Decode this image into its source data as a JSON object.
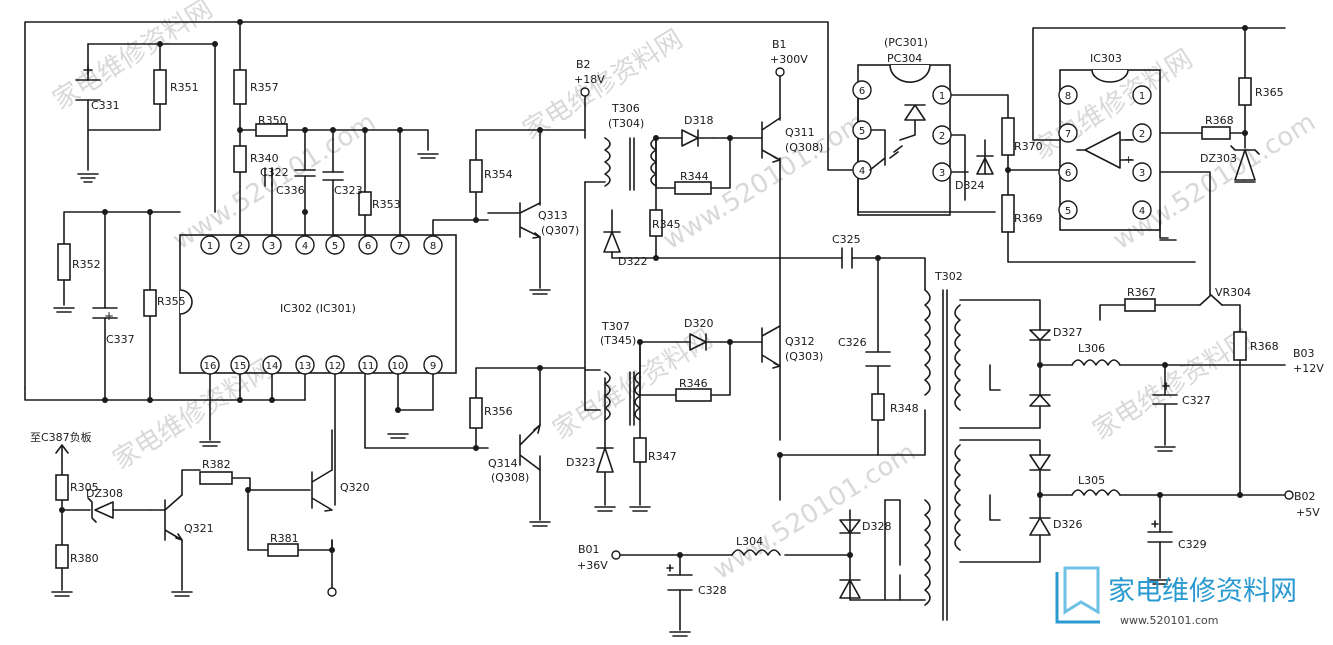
{
  "components": {
    "C331": "C331",
    "R351": "R351",
    "R357": "R357",
    "R350": "R350",
    "R340": "R340",
    "C322": "C322",
    "C336": "C336",
    "C323": "C323",
    "R353": "R353",
    "R352": "R352",
    "C337": "C337",
    "R355": "R355",
    "IC302": "IC302 (IC301)",
    "R354": "R354",
    "Q313": "Q313",
    "Q307": "(Q307)",
    "R356": "R356",
    "Q314": "Q314",
    "Q308b": "(Q308)",
    "T306": "T306",
    "T304": "(T304)",
    "D318": "D318",
    "R344": "R344",
    "R345": "R345",
    "D322": "D322",
    "Q311": "Q311",
    "Q308a": "(Q308)",
    "T307": "T307",
    "T345": "(T345)",
    "D320": "D320",
    "R346": "R346",
    "D323": "D323",
    "R347": "R347",
    "Q312": "Q312",
    "Q303": "(Q303)",
    "C325": "C325",
    "C326": "C326",
    "R348": "R348",
    "T302": "T302",
    "PC301": "(PC301)",
    "PC304": "PC304",
    "D324": "D324",
    "R370": "R370",
    "R369": "R369",
    "IC303": "IC303",
    "R365": "R365",
    "R368a": "R368",
    "DZ303": "DZ303",
    "R367": "R367",
    "VR304": "VR304",
    "R368b": "R368",
    "D327": "D327",
    "L306": "L306",
    "C327": "C327",
    "D326": "D326",
    "L305": "L305",
    "C329": "C329",
    "D328": "D328",
    "L304": "L304",
    "C328": "C328",
    "R305": "R305",
    "DZ308": "DZ308",
    "R380": "R380",
    "Q321": "Q321",
    "R382": "R382",
    "R381": "R381",
    "Q320": "Q320"
  },
  "nets": {
    "b2": "B2",
    "b2v": "+18V",
    "b1": "B1",
    "b1v": "+300V",
    "b01": "B01",
    "b01v": "+36V",
    "b03": "B03",
    "b03v": "+12V",
    "b02": "B02",
    "b02v": "+5V",
    "to_c387": "至C387负板"
  },
  "ic302_pins_top": [
    "1",
    "2",
    "3",
    "4",
    "5",
    "6",
    "7",
    "8"
  ],
  "ic302_pins_bottom": [
    "16",
    "15",
    "14",
    "13",
    "12",
    "11",
    "10",
    "9"
  ],
  "pc_pins": [
    "6",
    "5",
    "4",
    "1",
    "2",
    "3"
  ],
  "ic303_pins_left": [
    "8",
    "7",
    "6",
    "5"
  ],
  "ic303_pins_right": [
    "1",
    "2",
    "3",
    "4"
  ],
  "opamp_signs": {
    "minus": "−",
    "plus": "+"
  },
  "watermarks": [
    "家电维修资料网",
    "www.520101.com"
  ],
  "logo": {
    "text": "家电维修资料网",
    "url": "www.520101.com",
    "color": "#2b9ad1"
  }
}
